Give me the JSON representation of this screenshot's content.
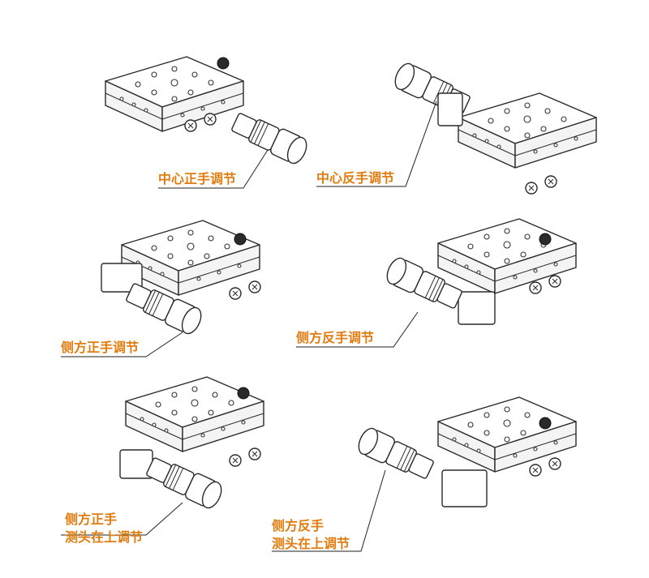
{
  "labels": {
    "center_forward": "中心正手调节",
    "center_reverse": "中心反手调节",
    "side_forward": "侧方正手调节",
    "side_reverse": "侧方反手调节",
    "side_forward_top_line1": "侧方正手",
    "side_forward_top_line2": "测头在上调节",
    "side_reverse_top_line1": "侧方反手",
    "side_reverse_top_line2": "测头在上调节"
  },
  "colors": {
    "label": "#e07c10",
    "line": "#2a2a2a"
  }
}
